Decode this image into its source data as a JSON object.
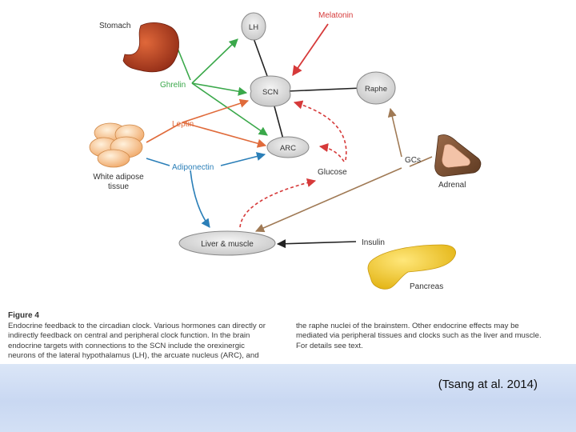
{
  "labels": {
    "stomach": "Stomach",
    "lh": "LH",
    "melatonin": "Melatonin",
    "ghrelin": "Ghrelin",
    "scn": "SCN",
    "raphe": "Raphe",
    "leptin": "Leptin",
    "arc": "ARC",
    "adiponectin": "Adiponectin",
    "glucose": "Glucose",
    "gcs": "GCs",
    "adrenal": "Adrenal",
    "white_adipose_1": "White adipose",
    "white_adipose_2": "tissue",
    "liver_muscle": "Liver & muscle",
    "insulin": "Insulin",
    "pancreas": "Pancreas"
  },
  "caption": {
    "title": "Figure 4",
    "left_lines": [
      "Endocrine feedback to the circadian clock. Various hormones can directly or",
      "indirectly feedback on central and peripheral clock function. In the brain",
      "endocrine targets with connections to the SCN include the orexinergic",
      "neurons of the lateral hypothalamus (LH), the arcuate nucleus (ARC), and"
    ],
    "right_lines": [
      "the raphe nuclei of the brainstem. Other endocrine effects may be",
      "mediated via peripheral tissues and clocks such as the liver and muscle.",
      "For details see text."
    ]
  },
  "citation": "(Tsang at al. 2014)",
  "colors": {
    "ghrelin": "#3aa84a",
    "leptin": "#e06b3b",
    "adiponectin": "#2b7fb8",
    "melatonin": "#d63a3a",
    "glucose": "#d63a3a",
    "gcs": "#a07a55",
    "black": "#222222"
  }
}
